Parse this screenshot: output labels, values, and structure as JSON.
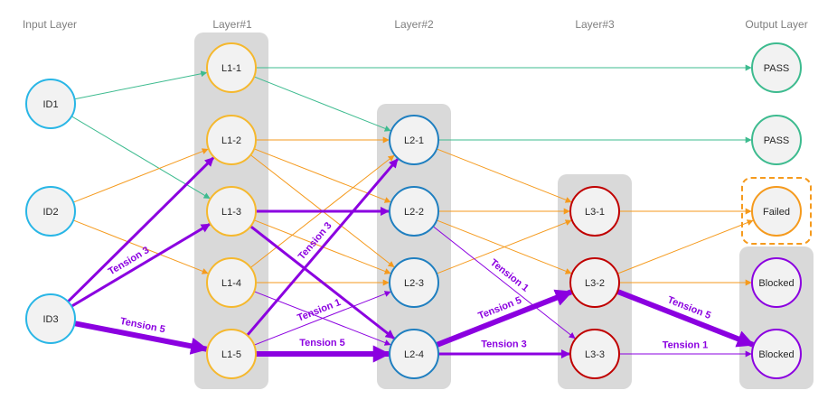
{
  "layers": [
    {
      "id": "input",
      "title": "Input Layer"
    },
    {
      "id": "l1",
      "title": "Layer#1"
    },
    {
      "id": "l2",
      "title": "Layer#2"
    },
    {
      "id": "l3",
      "title": "Layer#3"
    },
    {
      "id": "out",
      "title": "Output Layer"
    }
  ],
  "nodes": [
    {
      "id": "ID1",
      "label": "ID1",
      "layer": "input",
      "color": "#29b6e6"
    },
    {
      "id": "ID2",
      "label": "ID2",
      "layer": "input",
      "color": "#29b6e6"
    },
    {
      "id": "ID3",
      "label": "ID3",
      "layer": "input",
      "color": "#29b6e6"
    },
    {
      "id": "L1-1",
      "label": "L1-1",
      "layer": "l1",
      "color": "#f5b82e"
    },
    {
      "id": "L1-2",
      "label": "L1-2",
      "layer": "l1",
      "color": "#f5b82e"
    },
    {
      "id": "L1-3",
      "label": "L1-3",
      "layer": "l1",
      "color": "#f5b82e"
    },
    {
      "id": "L1-4",
      "label": "L1-4",
      "layer": "l1",
      "color": "#f5b82e"
    },
    {
      "id": "L1-5",
      "label": "L1-5",
      "layer": "l1",
      "color": "#f5b82e"
    },
    {
      "id": "L2-1",
      "label": "L2-1",
      "layer": "l2",
      "color": "#1f7fc0"
    },
    {
      "id": "L2-2",
      "label": "L2-2",
      "layer": "l2",
      "color": "#1f7fc0"
    },
    {
      "id": "L2-3",
      "label": "L2-3",
      "layer": "l2",
      "color": "#1f7fc0"
    },
    {
      "id": "L2-4",
      "label": "L2-4",
      "layer": "l2",
      "color": "#1f7fc0"
    },
    {
      "id": "L3-1",
      "label": "L3-1",
      "layer": "l3",
      "color": "#c00000"
    },
    {
      "id": "L3-2",
      "label": "L3-2",
      "layer": "l3",
      "color": "#c00000"
    },
    {
      "id": "L3-3",
      "label": "L3-3",
      "layer": "l3",
      "color": "#c00000"
    },
    {
      "id": "O1",
      "label": "PASS",
      "layer": "out",
      "color": "#3dbb8f"
    },
    {
      "id": "O2",
      "label": "PASS",
      "layer": "out",
      "color": "#3dbb8f"
    },
    {
      "id": "O3",
      "label": "Failed",
      "layer": "out",
      "color": "#f59a1d"
    },
    {
      "id": "O4",
      "label": "Blocked",
      "layer": "out",
      "color": "#8b00e0"
    },
    {
      "id": "O5",
      "label": "Blocked",
      "layer": "out",
      "color": "#8b00e0"
    }
  ],
  "edges": [
    {
      "from": "ID1",
      "to": "L1-1",
      "color": "#3dbb8f",
      "weight": 1
    },
    {
      "from": "ID1",
      "to": "L1-3",
      "color": "#3dbb8f",
      "weight": 1
    },
    {
      "from": "L1-1",
      "to": "O1",
      "color": "#3dbb8f",
      "weight": 1
    },
    {
      "from": "L1-1",
      "to": "L2-1",
      "color": "#3dbb8f",
      "weight": 1
    },
    {
      "from": "L2-1",
      "to": "O2",
      "color": "#3dbb8f",
      "weight": 1
    },
    {
      "from": "ID2",
      "to": "L1-2",
      "color": "#f59a1d",
      "weight": 1
    },
    {
      "from": "ID2",
      "to": "L1-4",
      "color": "#f59a1d",
      "weight": 1
    },
    {
      "from": "L1-2",
      "to": "L2-1",
      "color": "#f59a1d",
      "weight": 1
    },
    {
      "from": "L1-2",
      "to": "L2-2",
      "color": "#f59a1d",
      "weight": 1
    },
    {
      "from": "L1-2",
      "to": "L2-3",
      "color": "#f59a1d",
      "weight": 1
    },
    {
      "from": "L1-3",
      "to": "L2-3",
      "color": "#f59a1d",
      "weight": 1
    },
    {
      "from": "L1-4",
      "to": "L2-1",
      "color": "#f59a1d",
      "weight": 1
    },
    {
      "from": "L1-4",
      "to": "L2-3",
      "color": "#f59a1d",
      "weight": 1
    },
    {
      "from": "L2-1",
      "to": "L3-1",
      "color": "#f59a1d",
      "weight": 1
    },
    {
      "from": "L2-2",
      "to": "L3-1",
      "color": "#f59a1d",
      "weight": 1
    },
    {
      "from": "L2-2",
      "to": "L3-2",
      "color": "#f59a1d",
      "weight": 1
    },
    {
      "from": "L2-3",
      "to": "L3-1",
      "color": "#f59a1d",
      "weight": 1
    },
    {
      "from": "L3-1",
      "to": "O3",
      "color": "#f59a1d",
      "weight": 1
    },
    {
      "from": "L3-2",
      "to": "O3",
      "color": "#f59a1d",
      "weight": 1
    },
    {
      "from": "L3-2",
      "to": "O4",
      "color": "#f59a1d",
      "weight": 1
    },
    {
      "from": "ID3",
      "to": "L1-2",
      "color": "#8b00e0",
      "weight": 3
    },
    {
      "from": "ID3",
      "to": "L1-3",
      "color": "#8b00e0",
      "weight": 3,
      "label": "Tension 3"
    },
    {
      "from": "ID3",
      "to": "L1-5",
      "color": "#8b00e0",
      "weight": 5,
      "label": "Tension 5"
    },
    {
      "from": "L1-3",
      "to": "L2-2",
      "color": "#8b00e0",
      "weight": 3
    },
    {
      "from": "L1-3",
      "to": "L2-4",
      "color": "#8b00e0",
      "weight": 3
    },
    {
      "from": "L1-4",
      "to": "L2-4",
      "color": "#8b00e0",
      "weight": 1
    },
    {
      "from": "L1-5",
      "to": "L2-1",
      "color": "#8b00e0",
      "weight": 3,
      "label": "Tension 3"
    },
    {
      "from": "L1-5",
      "to": "L2-3",
      "color": "#8b00e0",
      "weight": 1,
      "label": "Tension 1"
    },
    {
      "from": "L1-5",
      "to": "L2-4",
      "color": "#8b00e0",
      "weight": 5,
      "label": "Tension 5"
    },
    {
      "from": "L2-2",
      "to": "L3-3",
      "color": "#8b00e0",
      "weight": 1,
      "label": "Tension 1"
    },
    {
      "from": "L2-4",
      "to": "L3-2",
      "color": "#8b00e0",
      "weight": 5,
      "label": "Tension 5"
    },
    {
      "from": "L2-4",
      "to": "L3-3",
      "color": "#8b00e0",
      "weight": 3,
      "label": "Tension 3"
    },
    {
      "from": "L3-2",
      "to": "O5",
      "color": "#8b00e0",
      "weight": 5,
      "label": "Tension 5"
    },
    {
      "from": "L3-3",
      "to": "O5",
      "color": "#8b00e0",
      "weight": 1,
      "label": "Tension 1"
    }
  ]
}
